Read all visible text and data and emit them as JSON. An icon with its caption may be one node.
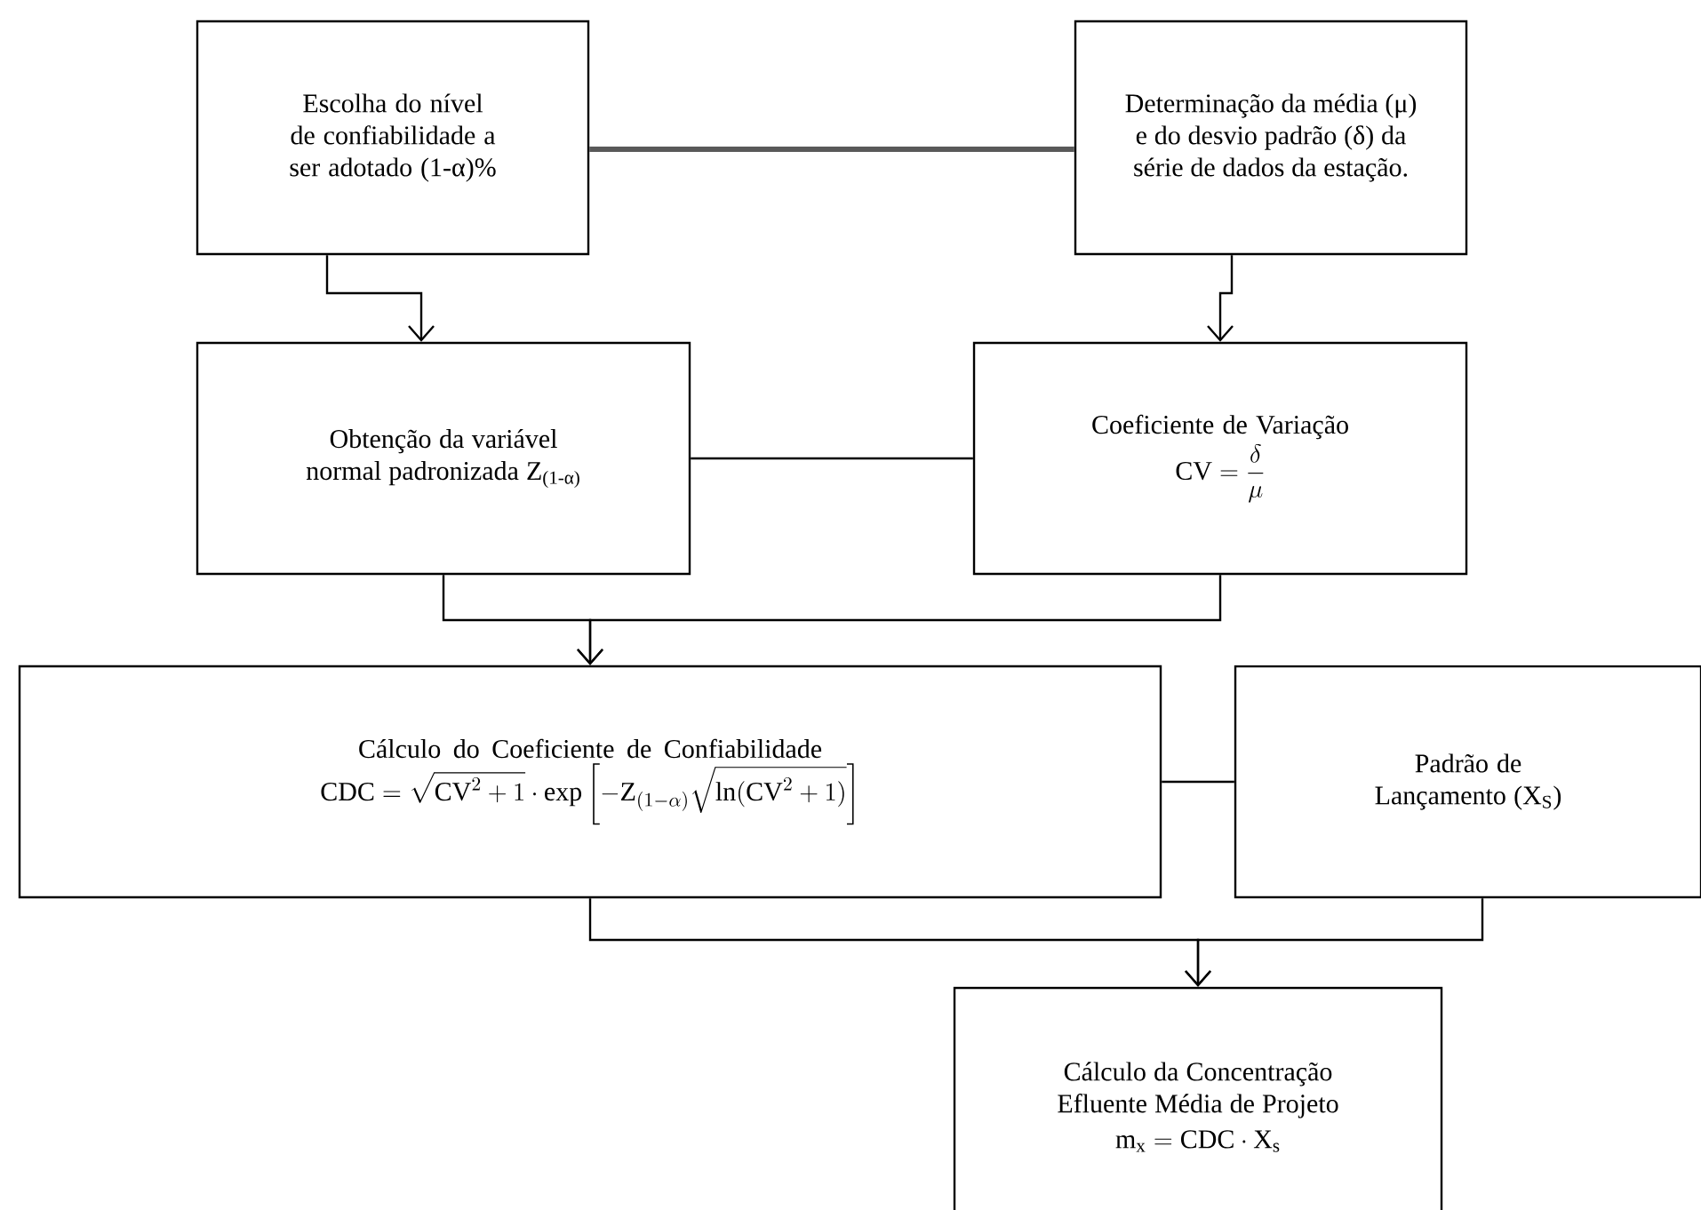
{
  "diagram": {
    "nodes": [
      {
        "text": [
          "Escolha do nível de confiabilidade a ser adotado (1-α)%"
        ]
      },
      {
        "text": [
          "Determinação da média (μ) e do desvio padrão (δ) da série de dados da estação."
        ]
      },
      {
        "text": [
          "Obtenção da variável normal padronizada Z$_{(1-α)}$"
        ]
      },
      {
        "text": [
          "Coeficiente de Variação",
          "\\mathrm{CV}=\\dfrac{\\delta}{\\mu}"
        ]
      },
      {
        "text": [
          "Cálculo do Coeficiente de Confiabilidade",
          "\\mathrm{CDC}=\\sqrt{\\mathrm{CV}^2+1}\\cdot\\exp\\left[-\\mathrm{Z}_{(1-\\alpha)}\\sqrt{\\ln(\\mathrm{CV}^2+1)}\\right]"
        ]
      },
      {
        "text": [
          "Padrão de Lançamento (X$_{S}$)"
        ]
      },
      {
        "text": [
          "Cálculo da Concentração Efluente Média de Projeto",
          "\\mathrm{m_x}=\\mathrm{CDC}\\cdot\\mathrm{X_s}"
        ]
      }
    ],
    "edges": [
      {
        "from": 0,
        "to": 1,
        "arrow": "none",
        "style": "thick",
        "color": "#595959"
      },
      {
        "from": 0,
        "to": 2,
        "arrow": "to"
      },
      {
        "from": 1,
        "to": 3,
        "arrow": "to"
      },
      {
        "from": 2,
        "to": 3,
        "arrow": "none"
      },
      {
        "from": 2,
        "to": 4,
        "arrow": "to"
      },
      {
        "from": 3,
        "to": 4,
        "arrow": "to"
      },
      {
        "from": 4,
        "to": 5,
        "arrow": "none"
      },
      {
        "from": 4,
        "to": 6,
        "arrow": "to"
      },
      {
        "from": 5,
        "to": 6,
        "arrow": "to"
      }
    ]
  }
}
